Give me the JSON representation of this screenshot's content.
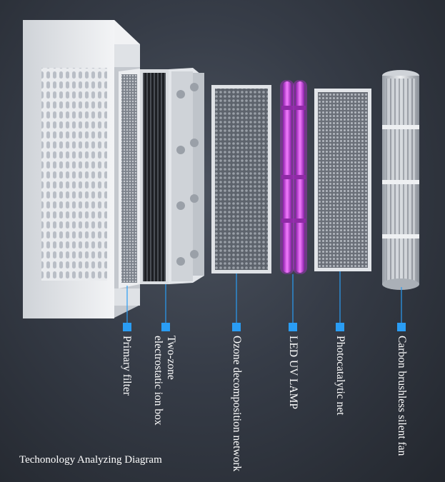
{
  "caption": "Techonology Analyzing Diagram",
  "components": [
    {
      "name": "primary-filter",
      "label": "Primary filter"
    },
    {
      "name": "ion-box",
      "label": "Two-zone\nelectrostatic ion box"
    },
    {
      "name": "ozone-net",
      "label": "Ozone decomposition network"
    },
    {
      "name": "uv-lamp",
      "label": "LED UV LAMP"
    },
    {
      "name": "photocatalytic-net",
      "label": "Photocatalytic net"
    },
    {
      "name": "fan",
      "label": "Carbon brushless silent fan"
    }
  ],
  "colors": {
    "marker": "#2a9df4",
    "uv_glow": "#d22bf0",
    "housing": "#e7e9ec"
  }
}
